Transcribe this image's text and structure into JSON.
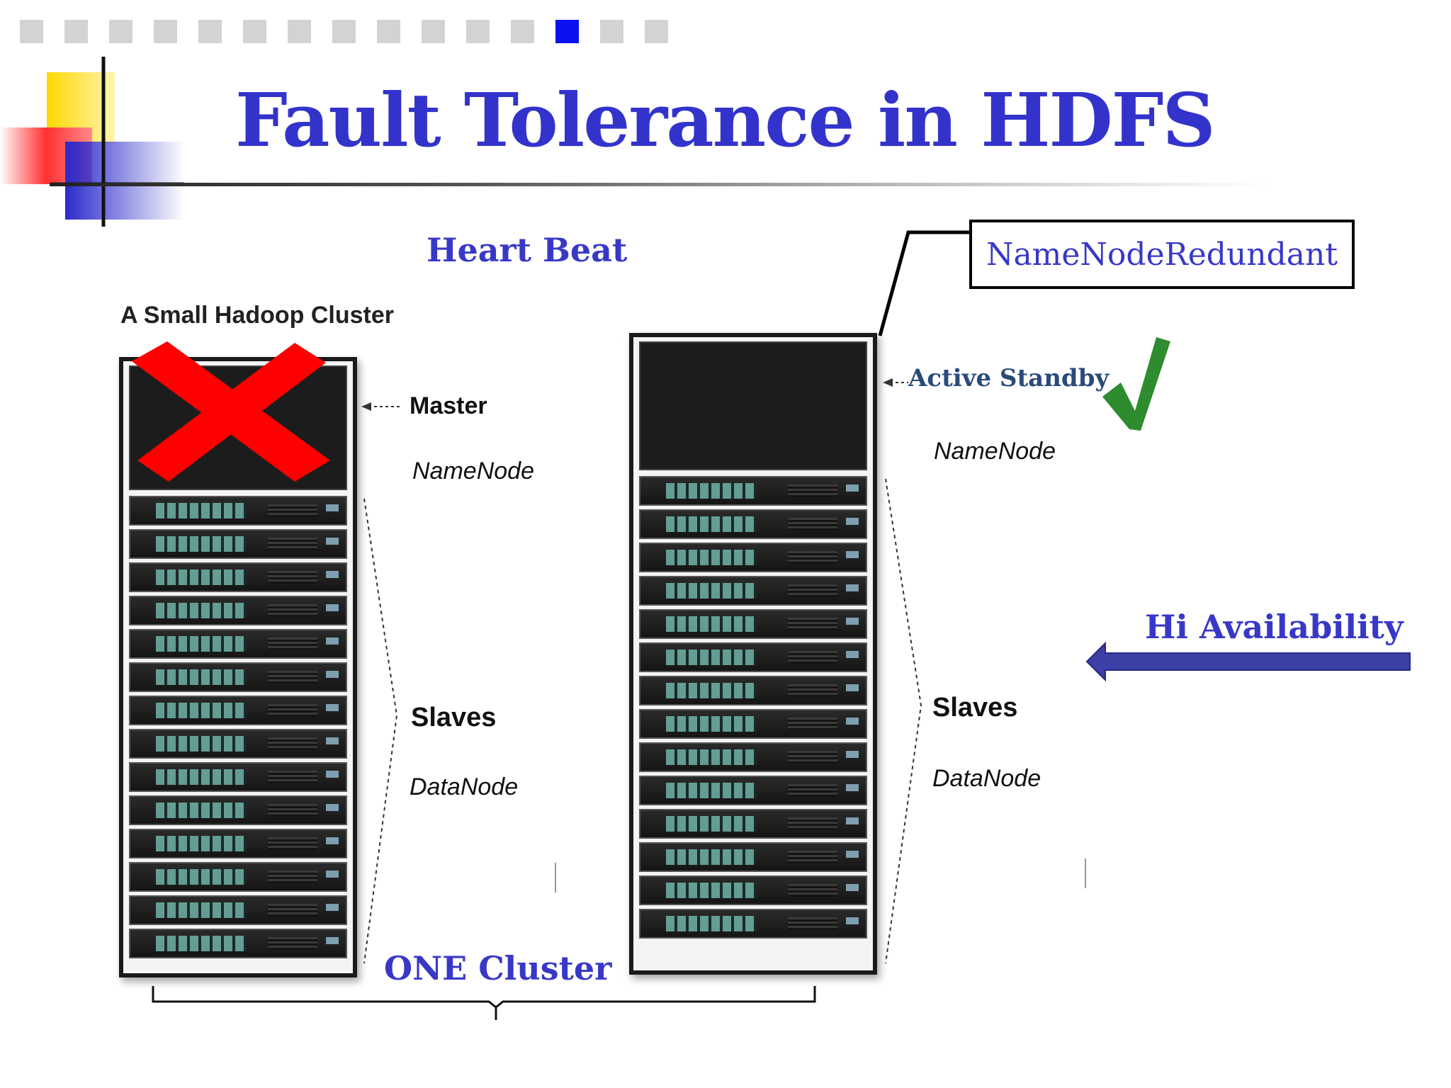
{
  "slide": {
    "title": "Fault Tolerance in HDFS",
    "progress": {
      "total": 15,
      "current_index": 12
    }
  },
  "labels": {
    "heart_beat": "Heart Beat",
    "namenode_redundant": "NameNodeRedundant",
    "small_cluster": "A Small Hadoop Cluster",
    "master": "Master",
    "namenode_left": "NameNode",
    "slaves_left": "Slaves",
    "datanode_left": "DataNode",
    "active_standby": "Active Standby",
    "namenode_right": "NameNode",
    "slaves_right": "Slaves",
    "datanode_right": "DataNode",
    "hi_availability": "Hi Availability",
    "one_cluster": "ONE Cluster"
  },
  "icons": {
    "failed": "red-x-icon",
    "ok": "green-checkmark-icon",
    "arrow": "left-arrow-icon"
  },
  "colors": {
    "title": "#3333cc",
    "accent_blue": "#3838c8",
    "fail_red": "#ff0000",
    "ok_green": "#2e8b2e",
    "arrow_fill": "#3b3fa6"
  }
}
